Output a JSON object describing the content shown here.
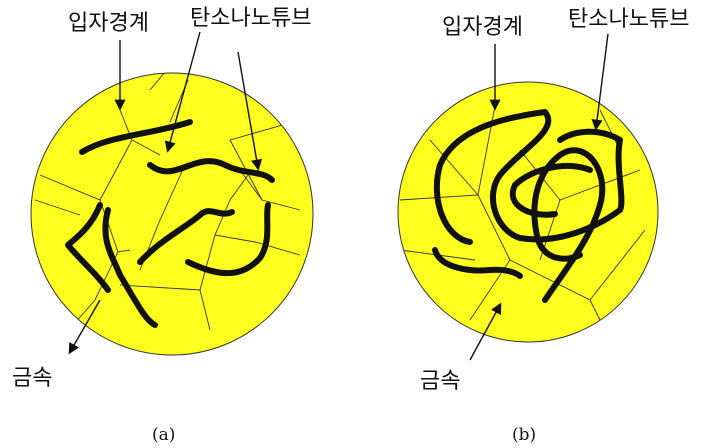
{
  "panel_a": {
    "label_grain_boundary": "입자경계",
    "label_cnt": "탄소나노튜브",
    "label_metal": "금속",
    "caption": "(a)"
  },
  "panel_b": {
    "label_grain_boundary": "입자경계",
    "label_cnt": "탄소나노튜브",
    "label_metal": "금속",
    "caption": "(b)"
  },
  "colors": {
    "grain_fill": "#ffff1f",
    "ink": "#111111"
  }
}
